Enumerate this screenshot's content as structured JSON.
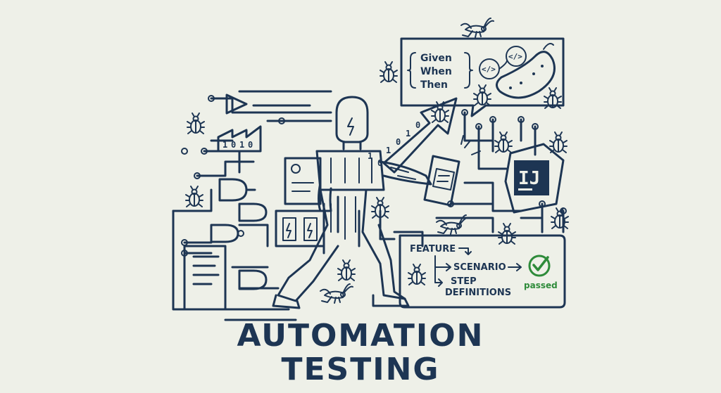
{
  "gherkin": {
    "given": "Given",
    "when": "When",
    "then": "Then"
  },
  "code_icon": "</>",
  "ide_logo": "IJ",
  "binary": [
    "1",
    "0",
    "1",
    "0"
  ],
  "flow": {
    "feature": "FEATURE",
    "scenario": "SCENARIO",
    "step": "STEP",
    "definitions": "DEFINITIONS",
    "status": "passed"
  },
  "title": {
    "line1": "AUTOMATION",
    "line2": "TESTING"
  },
  "colors": {
    "ink": "#1d3553",
    "pass": "#2e8b3a",
    "background": "#eef0e8"
  },
  "icons": [
    "cucumber-icon",
    "bug-icon",
    "grasshopper-icon",
    "check-circle-icon",
    "phone-icon",
    "battery-pack-icon",
    "logic-gate-icon"
  ]
}
